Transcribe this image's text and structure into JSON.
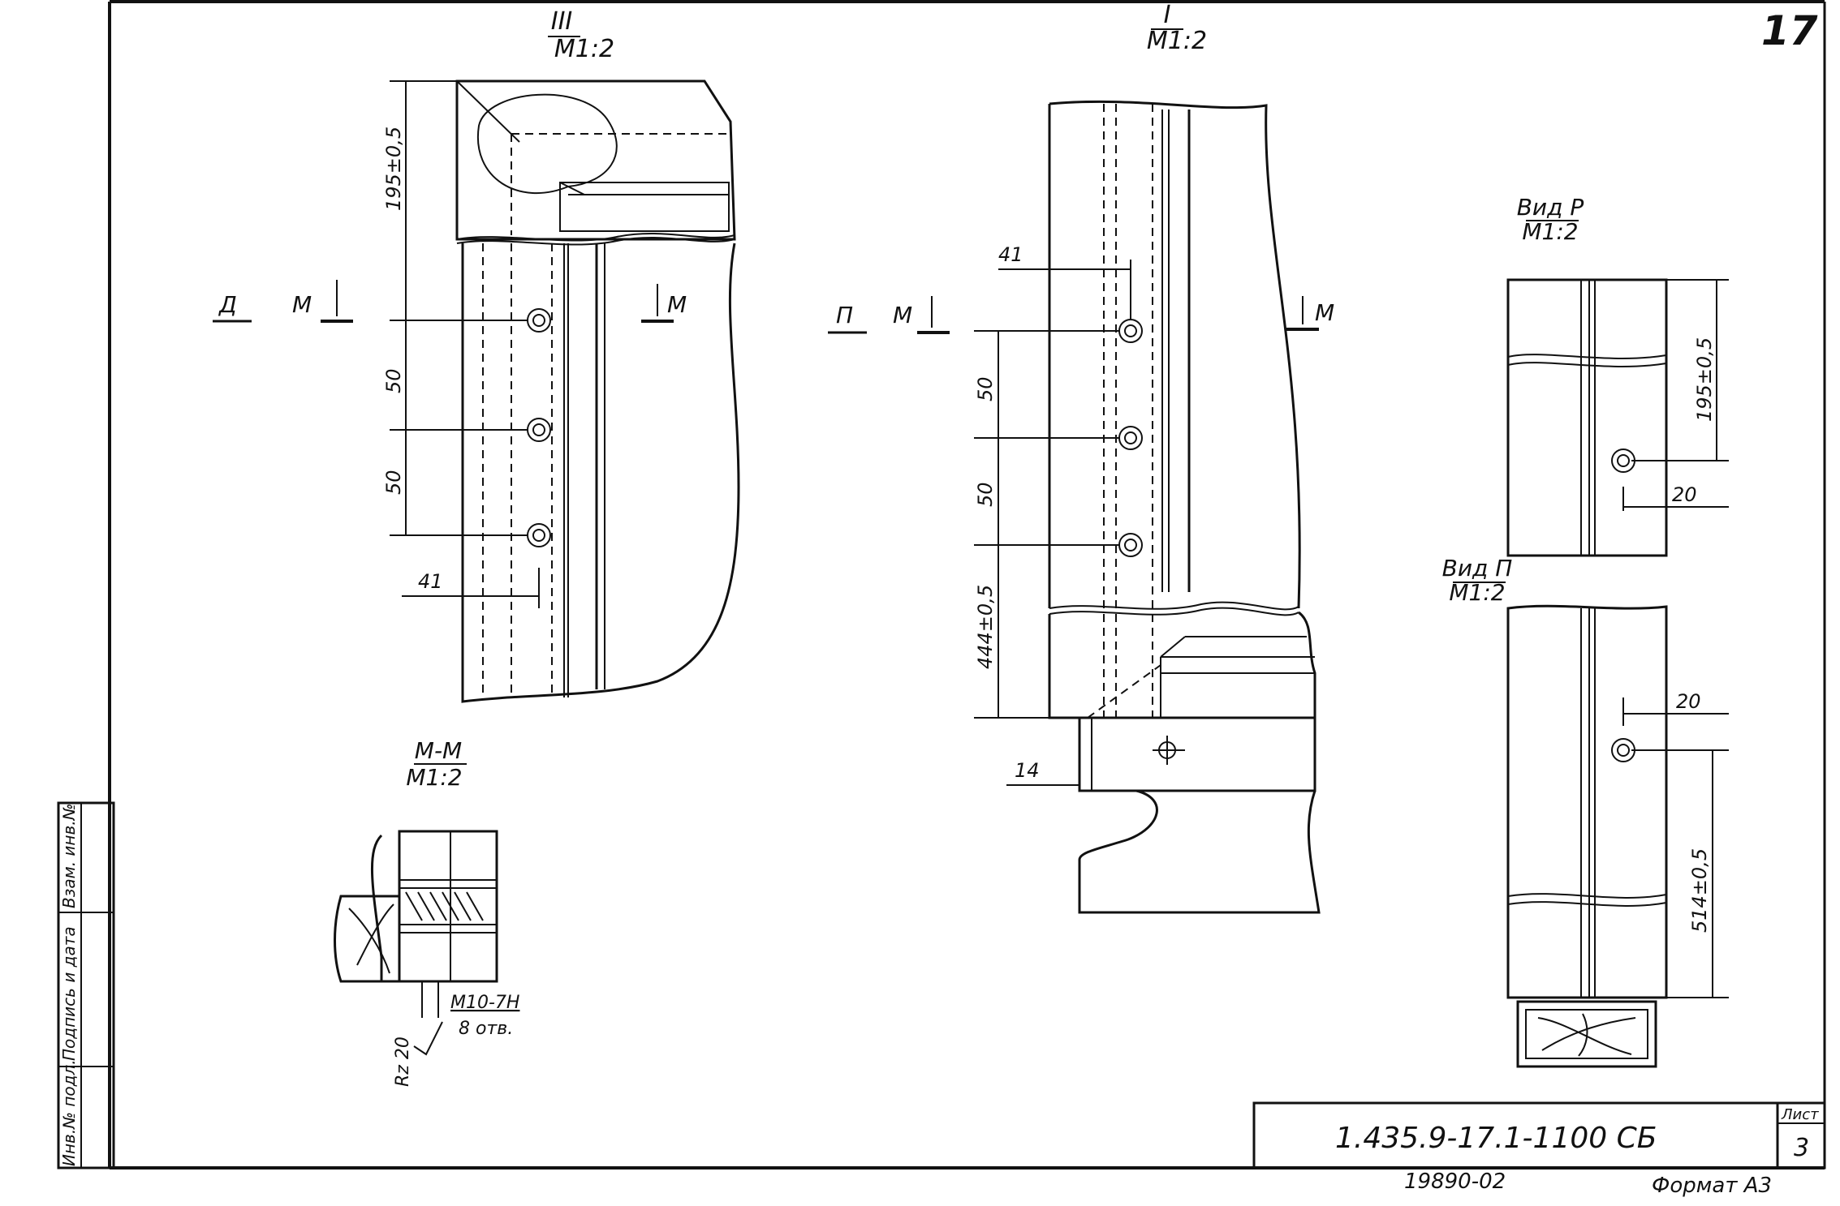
{
  "sheet_number_corner": "17",
  "views": {
    "detail_III": {
      "title": "III",
      "scale": "M1:2"
    },
    "detail_I": {
      "title": "I",
      "scale": "M1:2"
    },
    "section_mm": {
      "title": "M-M",
      "scale": "M1:2"
    },
    "view_R": {
      "title": "Вид Р",
      "scale": "M1:2"
    },
    "view_P": {
      "title": "Вид П",
      "scale": "M1:2"
    }
  },
  "dimensions": {
    "iii_top": "195±0,5",
    "iii_gap1": "50",
    "iii_gap2": "50",
    "iii_offset": "41",
    "i_offset": "41",
    "i_gap1": "50",
    "i_gap2": "50",
    "i_bottom": "444±0,5",
    "i_ledge": "14",
    "r_top": "195±0,5",
    "r_offset": "20",
    "p_offset": "20",
    "p_bottom": "514±0,5"
  },
  "section_marks": {
    "arrow_d": "Д",
    "arrow_p": "П",
    "mark_m": "M"
  },
  "section_notes": {
    "thread": "M10-7H",
    "holes": "8 отв.",
    "roughness": "Rz 20"
  },
  "title_block": {
    "designation": "1.435.9-17.1-1100 СБ",
    "sheet_label": "Лист",
    "sheet_value": "3"
  },
  "stamp": {
    "col1": "Инв.№ подл.",
    "col2": "Подпись и дата",
    "col3": "Взам. инв.№"
  },
  "footer": {
    "archive_number": "19890-02",
    "format": "Формат А3"
  }
}
